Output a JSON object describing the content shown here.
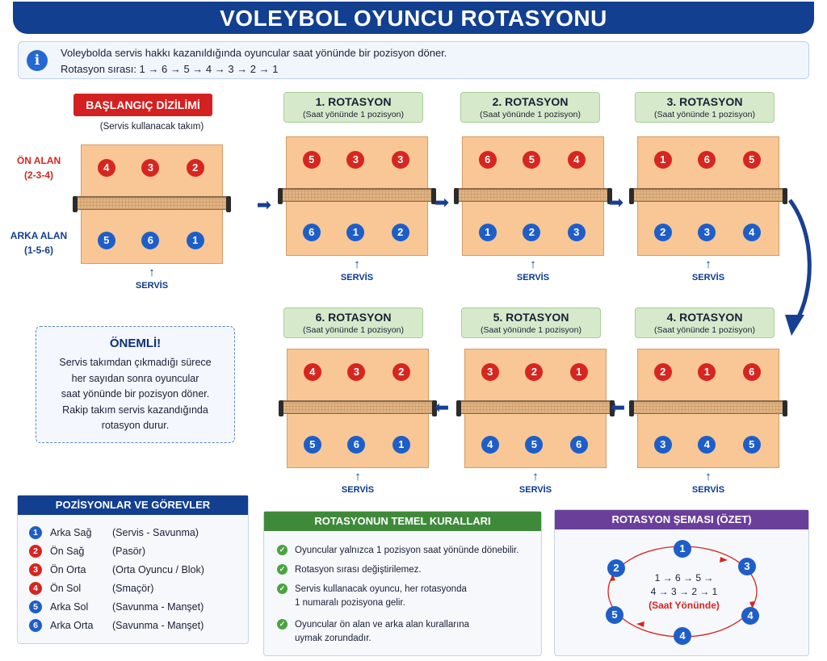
{
  "title": "VOLEYBOL OYUNCU ROTASYONU",
  "info": {
    "icon": "info-icon",
    "line1": "Voleybolda servis hakkı kazanıldığında oyuncular saat yönünde bir pozisyon döner.",
    "line2": "Rotasyon sırası: 1 → 6 → 5 → 4 → 3 → 2 → 1"
  },
  "start": {
    "title": "BAŞLANGIÇ DİZİLİMİ",
    "subtitle": "(Servis kullanacak takım)",
    "front_label": "ÖN ALAN",
    "front_positions": "(2-3-4)",
    "back_label": "ARKA ALAN",
    "back_positions": "(1-5-6)"
  },
  "serve_label": "SERVİS",
  "courts": [
    {
      "id": "start",
      "front": [
        "4",
        "3",
        "2"
      ],
      "back": [
        "5",
        "6",
        "1"
      ]
    },
    {
      "id": "rot1",
      "title": "1. ROTASYON",
      "subtitle": "(Saat yönünde 1 pozisyon)",
      "front": [
        "5",
        "3",
        "3"
      ],
      "back": [
        "6",
        "1",
        "2"
      ]
    },
    {
      "id": "rot2",
      "title": "2. ROTASYON",
      "subtitle": "(Saat yönünde 1 pozisyon)",
      "front": [
        "6",
        "5",
        "4"
      ],
      "back": [
        "1",
        "2",
        "3"
      ]
    },
    {
      "id": "rot3",
      "title": "3. ROTASYON",
      "subtitle": "(Saat yönünde 1 pozisyon)",
      "front": [
        "1",
        "6",
        "5"
      ],
      "back": [
        "2",
        "3",
        "4"
      ]
    },
    {
      "id": "rot4",
      "title": "4. ROTASYON",
      "subtitle": "(Saat yönünde 1 pozisyon)",
      "front": [
        "2",
        "1",
        "6"
      ],
      "back": [
        "3",
        "4",
        "5"
      ]
    },
    {
      "id": "rot5",
      "title": "5. ROTASYON",
      "subtitle": "(Saat yönünde 1 pozisyon)",
      "front": [
        "3",
        "2",
        "1"
      ],
      "back": [
        "4",
        "5",
        "6"
      ]
    },
    {
      "id": "rot6",
      "title": "6. ROTASYON",
      "subtitle": "(Saat yönünde 1 pozisyon)",
      "front": [
        "4",
        "3",
        "2"
      ],
      "back": [
        "5",
        "6",
        "1"
      ]
    }
  ],
  "important": {
    "title": "ÖNEMLİ!",
    "lines": [
      "Servis takımdan çıkmadığı sürece",
      "her sayıdan sonra oyuncular",
      "saat yönünde bir pozisyon döner.",
      "Rakip takım servis kazandığında",
      "rotasyon durur."
    ]
  },
  "positions": {
    "title": "POZİSYONLAR VE GÖREVLER",
    "items": [
      {
        "num": "1",
        "name": "Arka Sağ",
        "role": "(Servis - Savunma)",
        "color": "#1e5ec8"
      },
      {
        "num": "2",
        "name": "Ön Sağ",
        "role": "(Pasör)",
        "color": "#d7251f"
      },
      {
        "num": "3",
        "name": "Ön Orta",
        "role": "(Orta Oyuncu / Blok)",
        "color": "#d7251f"
      },
      {
        "num": "4",
        "name": "Ön Sol",
        "role": "(Smaçör)",
        "color": "#d7251f"
      },
      {
        "num": "5",
        "name": "Arka Sol",
        "role": "(Savunma - Manşet)",
        "color": "#1e5ec8"
      },
      {
        "num": "6",
        "name": "Arka Orta",
        "role": "(Savunma - Manşet)",
        "color": "#1e5ec8"
      }
    ]
  },
  "rules": {
    "title": "ROTASYONUN TEMEL KURALLARI",
    "items": [
      [
        "Oyuncular yalnızca 1 pozisyon saat yönünde dönebilir."
      ],
      [
        "Rotasyon sırası değiştirilemez."
      ],
      [
        "Servis kullanacak oyuncu, her rotasyonda",
        "1 numaralı pozisyona gelir."
      ],
      [
        "Oyuncular ön alan ve arka alan kurallarına",
        "uymak zorundadır."
      ]
    ]
  },
  "summary": {
    "title": "ROTASYON ŞEMASI (ÖZET)",
    "nodes": [
      "1",
      "3",
      "4",
      "4",
      "5",
      "2"
    ],
    "line1": "1 → 6 → 5 →",
    "line2": "4 → 3 → 2 → 1",
    "direction": "(Saat Yönünde)"
  },
  "colors": {
    "title_bar": "#123f8f",
    "front_player": "#d7251f",
    "back_player": "#1e5ec8",
    "rules_header": "#3e8a3a",
    "summary_header": "#6a3f9a",
    "positions_header": "#123f8f"
  }
}
